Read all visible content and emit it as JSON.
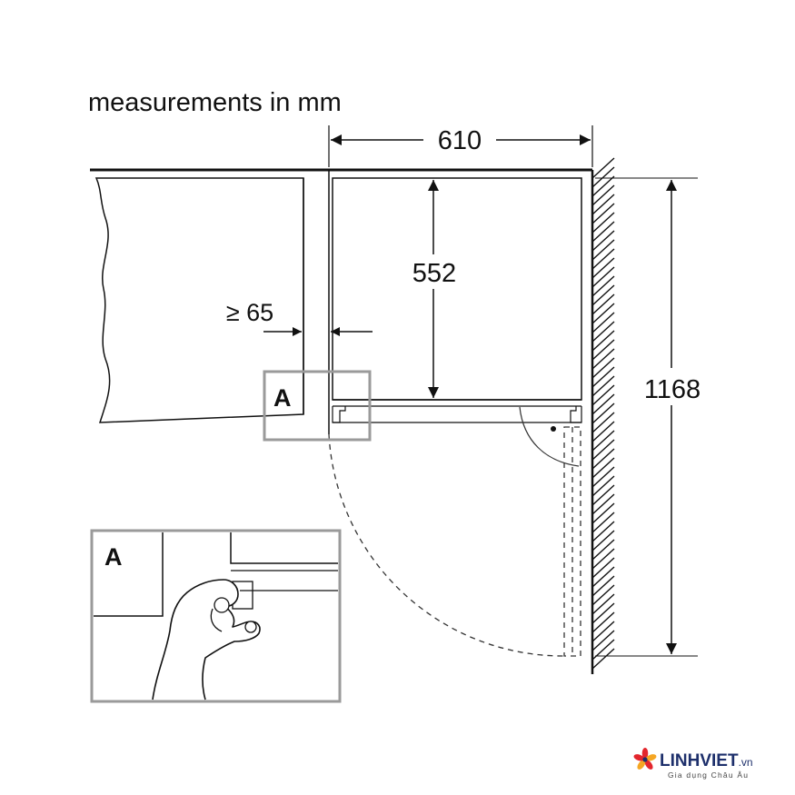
{
  "title": "measurements in mm",
  "dimensions": {
    "depth": "610",
    "inner_height": "552",
    "total_height": "1168",
    "side_clearance": "≥ 65"
  },
  "detail": {
    "marker": "A",
    "inset_label": "A"
  },
  "logo": {
    "name": "LINHVIET",
    "tld": ".vn",
    "tagline": "Gia dụng Châu Âu",
    "colors": [
      "#e3262d",
      "#f5a623",
      "#1d2f6b"
    ]
  }
}
